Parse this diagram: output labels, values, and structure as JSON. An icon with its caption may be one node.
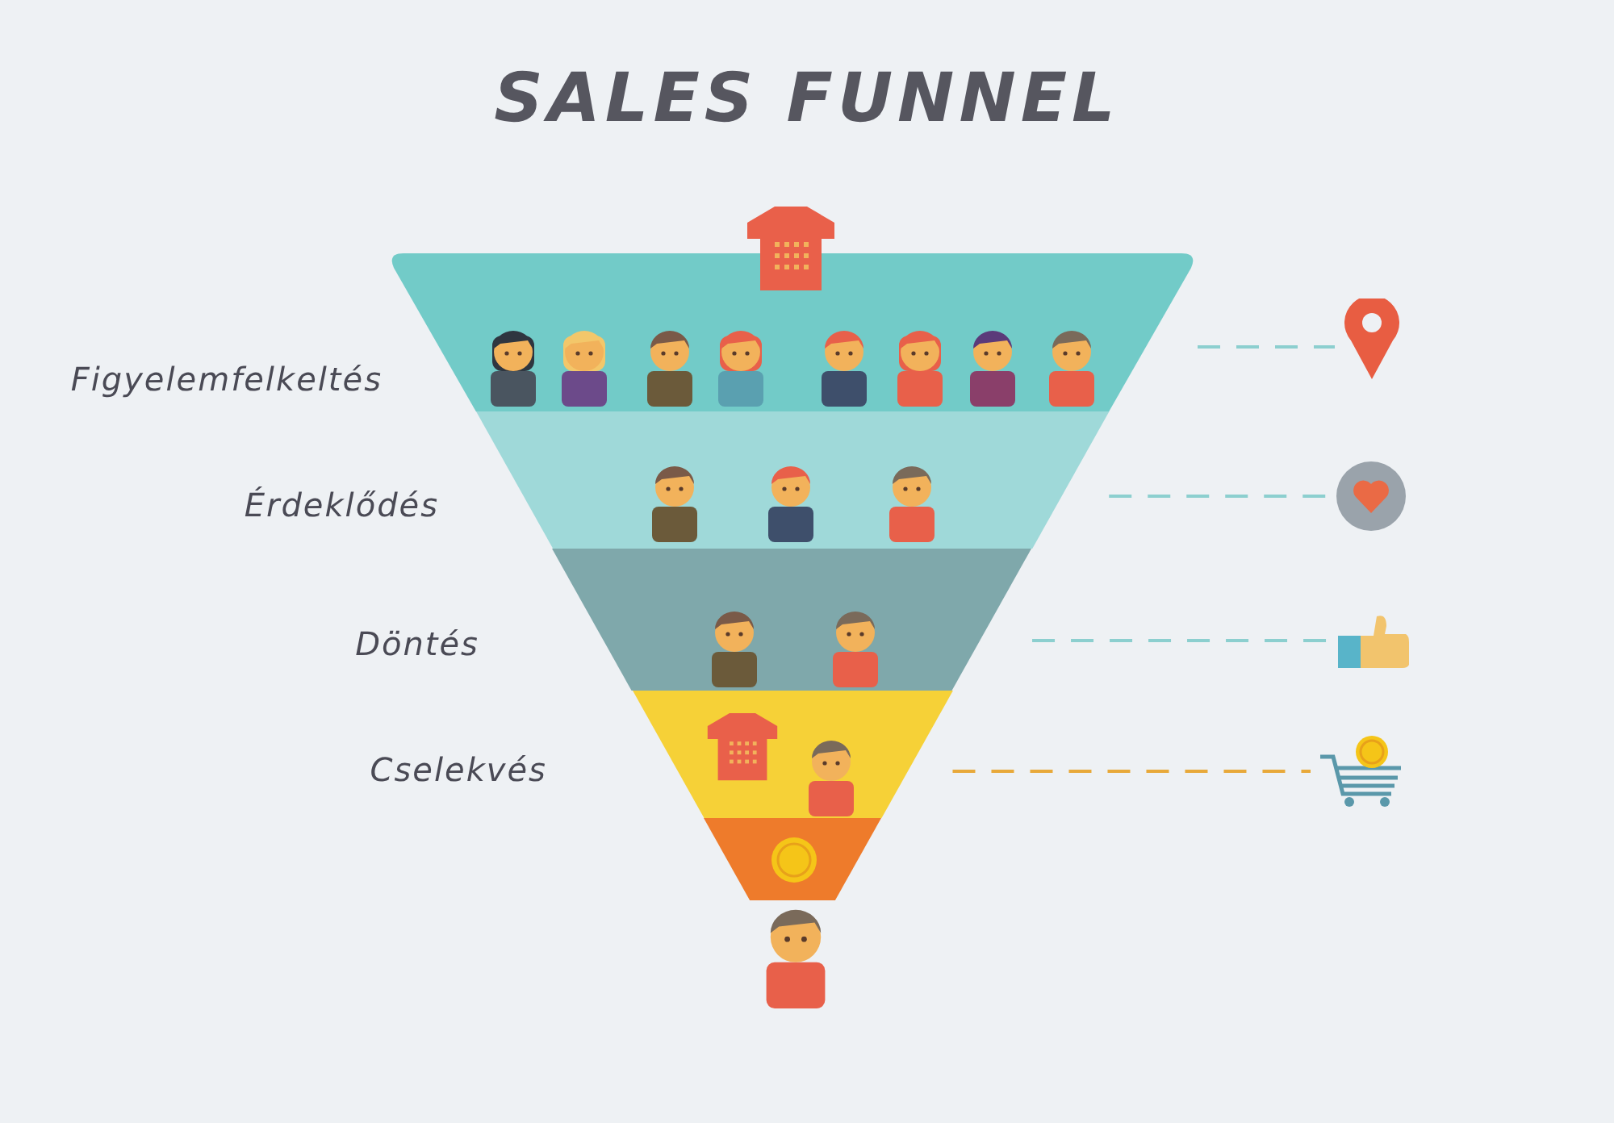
{
  "diagram": {
    "title": "SALES FUNNEL",
    "nodes": [
      {
        "text": [
          "Figyelemfelkeltés"
        ]
      },
      {
        "text": [
          "Érdeklődés"
        ]
      },
      {
        "text": [
          "Döntés"
        ]
      },
      {
        "text": [
          "Cselekvés"
        ]
      },
      {
        "text": [],
        "shape": "bar"
      },
      {
        "text": [],
        "shape": "picture"
      },
      {
        "text": [],
        "shape": "picture"
      },
      {
        "text": [],
        "shape": "picture"
      },
      {
        "text": [],
        "shape": "picture"
      }
    ],
    "edges": [
      {
        "from": 0,
        "to": 5,
        "arrow": "none",
        "style": "dashed"
      },
      {
        "from": 1,
        "to": 6,
        "arrow": "none",
        "style": "dashed"
      },
      {
        "from": 2,
        "to": 7,
        "arrow": "none",
        "style": "dashed"
      },
      {
        "from": 3,
        "to": 8,
        "arrow": "none",
        "style": "dashed",
        "color": "#e8a93a"
      }
    ]
  }
}
